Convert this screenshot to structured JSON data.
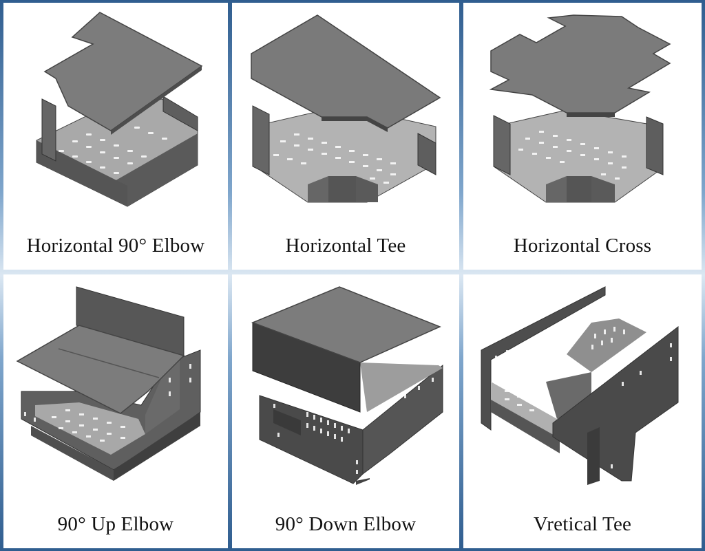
{
  "figure": {
    "panels": [
      {
        "id": "horizontal-90-elbow",
        "label": "Horizontal 90° Elbow"
      },
      {
        "id": "horizontal-tee",
        "label": "Horizontal Tee"
      },
      {
        "id": "horizontal-cross",
        "label": "Horizontal Cross"
      },
      {
        "id": "90-up-elbow",
        "label": "90° Up Elbow"
      },
      {
        "id": "90-down-elbow",
        "label": "90° Down Elbow"
      },
      {
        "id": "vertical-tee",
        "label": "Vretical Tee"
      }
    ]
  },
  "colors": {
    "frame_blue": "#2f5d8f",
    "cover_gray": "#7a7a7a",
    "tray_dark": "#4a4a4a",
    "tray_floor": "#b5b5b5"
  }
}
